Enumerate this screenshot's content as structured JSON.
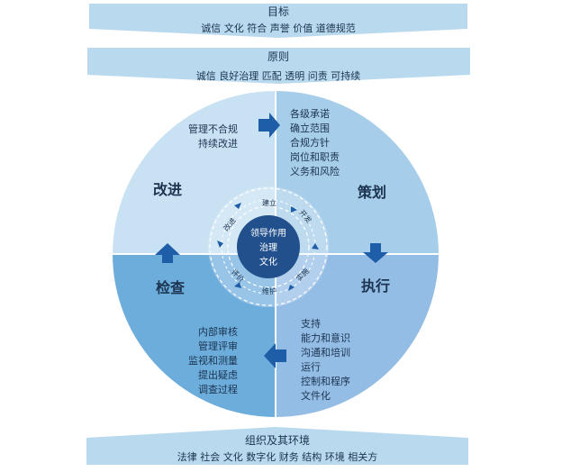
{
  "top_banner": {
    "title": "目标",
    "items": "诚信  文化  符合  声誉  价值  道德规范"
  },
  "principle_banner": {
    "title": "原则",
    "items": "诚信  良好治理  匹配  透明  问责  可持续"
  },
  "bottom_banner": {
    "title": "组织及其环境",
    "items": "法律  社会  文化  数字化  财务  结构  环境  相关方"
  },
  "quadrants": {
    "improve": {
      "label": "改进",
      "items": [
        "管理不合规",
        "持续改进"
      ]
    },
    "plan": {
      "label": "策划",
      "items": [
        "各级承诺",
        "确立范围",
        "合规方针",
        "岗位和职责",
        "义务和风险"
      ]
    },
    "check": {
      "label": "检查",
      "items": [
        "内部审核",
        "管理评审",
        "监视和测量",
        "提出疑虑",
        "调查过程"
      ]
    },
    "execute": {
      "label": "执行",
      "items": [
        "支持",
        "能力和意识",
        "沟通和培训",
        "运行",
        "控制和程序",
        "文件化"
      ]
    }
  },
  "center": {
    "lines": [
      "领导作用",
      "治理",
      "文化"
    ]
  },
  "cycle": {
    "build": "建立",
    "develop": "开发",
    "implement": "实施",
    "maintain": "维护",
    "evaluate": "评价",
    "improve": "改进"
  },
  "colors": {
    "banner": "#b8d9ee",
    "improve": "#c9e2f3",
    "plan": "#a6cde9",
    "check": "#6caddc",
    "execute": "#94bde5",
    "core": "#21508c",
    "arrow": "#1e5ea8"
  }
}
